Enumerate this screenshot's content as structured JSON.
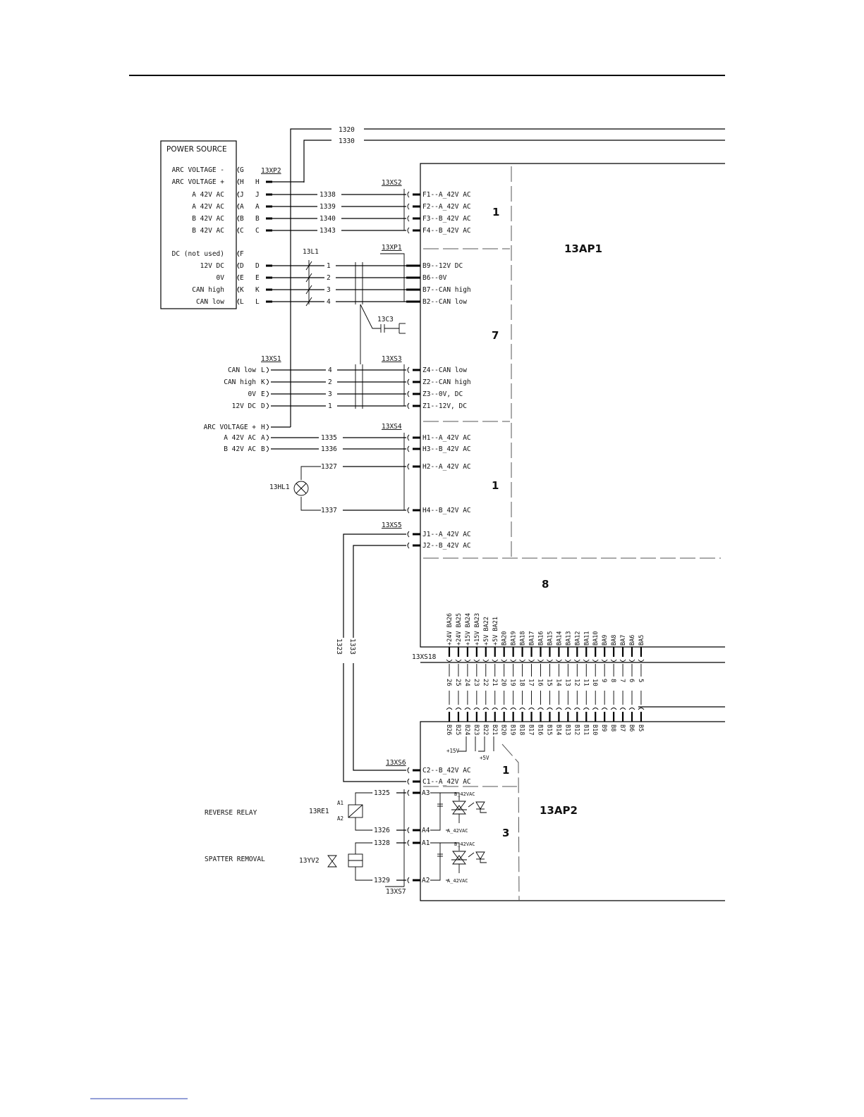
{
  "power_source": {
    "title": "POWER SOURCE",
    "rows": [
      {
        "label": "ARC VOLTAGE -",
        "pin": "G"
      },
      {
        "label": "ARC VOLTAGE +",
        "pin": "H"
      },
      {
        "label": "A 42V AC",
        "pin": "J"
      },
      {
        "label": "A 42V AC",
        "pin": "A"
      },
      {
        "label": "B 42V AC",
        "pin": "B"
      },
      {
        "label": "B 42V AC",
        "pin": "C"
      },
      {
        "label": "DC (not used)",
        "pin": "F"
      },
      {
        "label": "12V DC",
        "pin": "D"
      },
      {
        "label": "0V",
        "pin": "E"
      },
      {
        "label": "CAN high",
        "pin": "K"
      },
      {
        "label": "CAN low",
        "pin": "L"
      }
    ]
  },
  "top_wires": [
    "1320",
    "1330"
  ],
  "xp2": {
    "label": "13XP2",
    "pins": [
      "H",
      "J",
      "A",
      "B",
      "C",
      "D",
      "E",
      "K",
      "L"
    ]
  },
  "xs2": {
    "label": "13XS2",
    "wires": [
      "1338",
      "1339",
      "1340",
      "1343"
    ],
    "pins": [
      "F1--A_42V AC",
      "F2--A_42V AC",
      "F3--B_42V AC",
      "F4--B_42V AC"
    ]
  },
  "l1": {
    "label": "13L1",
    "wires": [
      "1",
      "2",
      "3",
      "4"
    ]
  },
  "xp1": {
    "label": "13XP1",
    "pins": [
      "B9--12V DC",
      "B6--0V",
      "B7--CAN high",
      "B2--CAN low"
    ]
  },
  "c3": {
    "label": "13C3"
  },
  "xs1": {
    "label": "13XS1",
    "rows": [
      {
        "label": "CAN low",
        "pin": "L",
        "wire": "4"
      },
      {
        "label": "CAN high",
        "pin": "K",
        "wire": "2"
      },
      {
        "label": "0V",
        "pin": "E",
        "wire": "3"
      },
      {
        "label": "12V DC",
        "pin": "D",
        "wire": "1"
      },
      {
        "label": "ARC VOLTAGE +",
        "pin": "H"
      },
      {
        "label": "A 42V AC",
        "pin": "A",
        "wire": "1335"
      },
      {
        "label": "B 42V AC",
        "pin": "B",
        "wire": "1336"
      }
    ]
  },
  "xs3": {
    "label": "13XS3",
    "pins": [
      "Z4--CAN low",
      "Z2--CAN high",
      "Z3--0V,  DC",
      "Z1--12V, DC"
    ]
  },
  "xs4": {
    "label": "13XS4",
    "pins": [
      "H1--A_42V AC",
      "H3--B_42V AC",
      "H2--A_42V AC",
      "H4--B_42V AC"
    ],
    "lamp_wires": [
      "1327",
      "1337"
    ]
  },
  "hl1": {
    "label": "13HL1"
  },
  "xs5": {
    "label": "13XS5",
    "pins": [
      "J1--A_42V AC",
      "J2--B_42V AC"
    ]
  },
  "ap1": {
    "label": "13AP1",
    "sections": [
      "1",
      "7",
      "1",
      "8"
    ]
  },
  "xs18": {
    "label": "13XS18",
    "top_signals": [
      "+24V BA26",
      "+24V BA25",
      "+15V BA24",
      "+15V BA23",
      "+5V BA22",
      "+5V BA21",
      "BA20",
      "BA19",
      "BA18",
      "BA17",
      "BA16",
      "BA15",
      "BA14",
      "BA13",
      "BA12",
      "BA11",
      "BA10",
      "BA9",
      "BA8",
      "BA7",
      "BA6",
      "BA5"
    ],
    "pin_numbers": [
      "26",
      "25",
      "24",
      "23",
      "22",
      "21",
      "20",
      "19",
      "18",
      "17",
      "16",
      "15",
      "14",
      "13",
      "12",
      "11",
      "10",
      "9",
      "8",
      "7",
      "6",
      "5"
    ],
    "bottom_signals": [
      "B26",
      "B25",
      "B24",
      "B23",
      "B22",
      "B21",
      "B20",
      "B19",
      "B18",
      "B17",
      "B16",
      "B15",
      "B14",
      "B13",
      "B12",
      "B11",
      "B10",
      "B9",
      "B8",
      "B7",
      "B6",
      "B5"
    ]
  },
  "vertical_wires": [
    "1323",
    "1333"
  ],
  "supply_labels": [
    "+15V",
    "+5V"
  ],
  "xs6": {
    "label": "13XS6",
    "pins": [
      "C2--B_42V AC",
      "C1--A_42V AC"
    ]
  },
  "ap2": {
    "label": "13AP2",
    "sections": [
      "1",
      "3"
    ],
    "pins": [
      "A3",
      "A4",
      "A1",
      "A2"
    ],
    "b_label": "B_42VAC",
    "a_label": "A_42VAC"
  },
  "re1": {
    "title": "REVERSE RELAY",
    "label": "13RE1",
    "coil_pins": [
      "A1",
      "A2"
    ],
    "wires": [
      "1325",
      "1326"
    ]
  },
  "yv2": {
    "title": "SPATTER REMOVAL",
    "label": "13YV2",
    "wires": [
      "1328",
      "1329"
    ]
  },
  "xs7": {
    "label": "13XS7"
  }
}
